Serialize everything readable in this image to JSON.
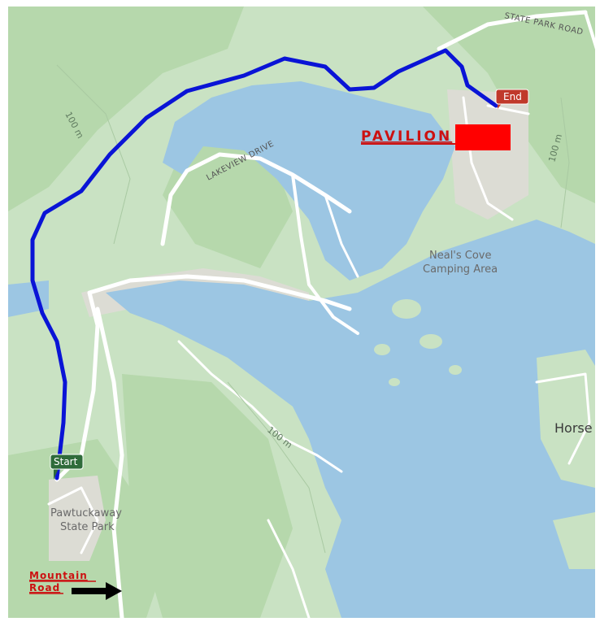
{
  "colors": {
    "land": "#c9e2c3",
    "forest": "#b6d8ac",
    "water": "#9cc6e3",
    "road": "#ffffff",
    "developed": "#dcdcd4",
    "route": "#0a14d6",
    "annotation": "#cc1111",
    "end_marker": "#c0392b",
    "start_marker": "#2e6b3a",
    "redaction": "#ff0000"
  },
  "map": {
    "road_labels": {
      "state_park_road": "STATE PARK ROAD",
      "lakeview_drive": "LAKEVIEW DRIVE"
    },
    "contour_labels": {
      "west": "100 m",
      "east": "100 m",
      "south": "100 m"
    },
    "places": {
      "neals_cove_line1": "Neal's Cove",
      "neals_cove_line2": "Camping Area",
      "park_line1": "Pawtuckaway",
      "park_line2": "State Park",
      "horse": "Horse"
    },
    "markers": {
      "start": "Start",
      "end": "End"
    }
  },
  "annotations": {
    "pavilion": "PAVILION",
    "mountain_line1": "Mountain",
    "mountain_line2": "Road"
  }
}
